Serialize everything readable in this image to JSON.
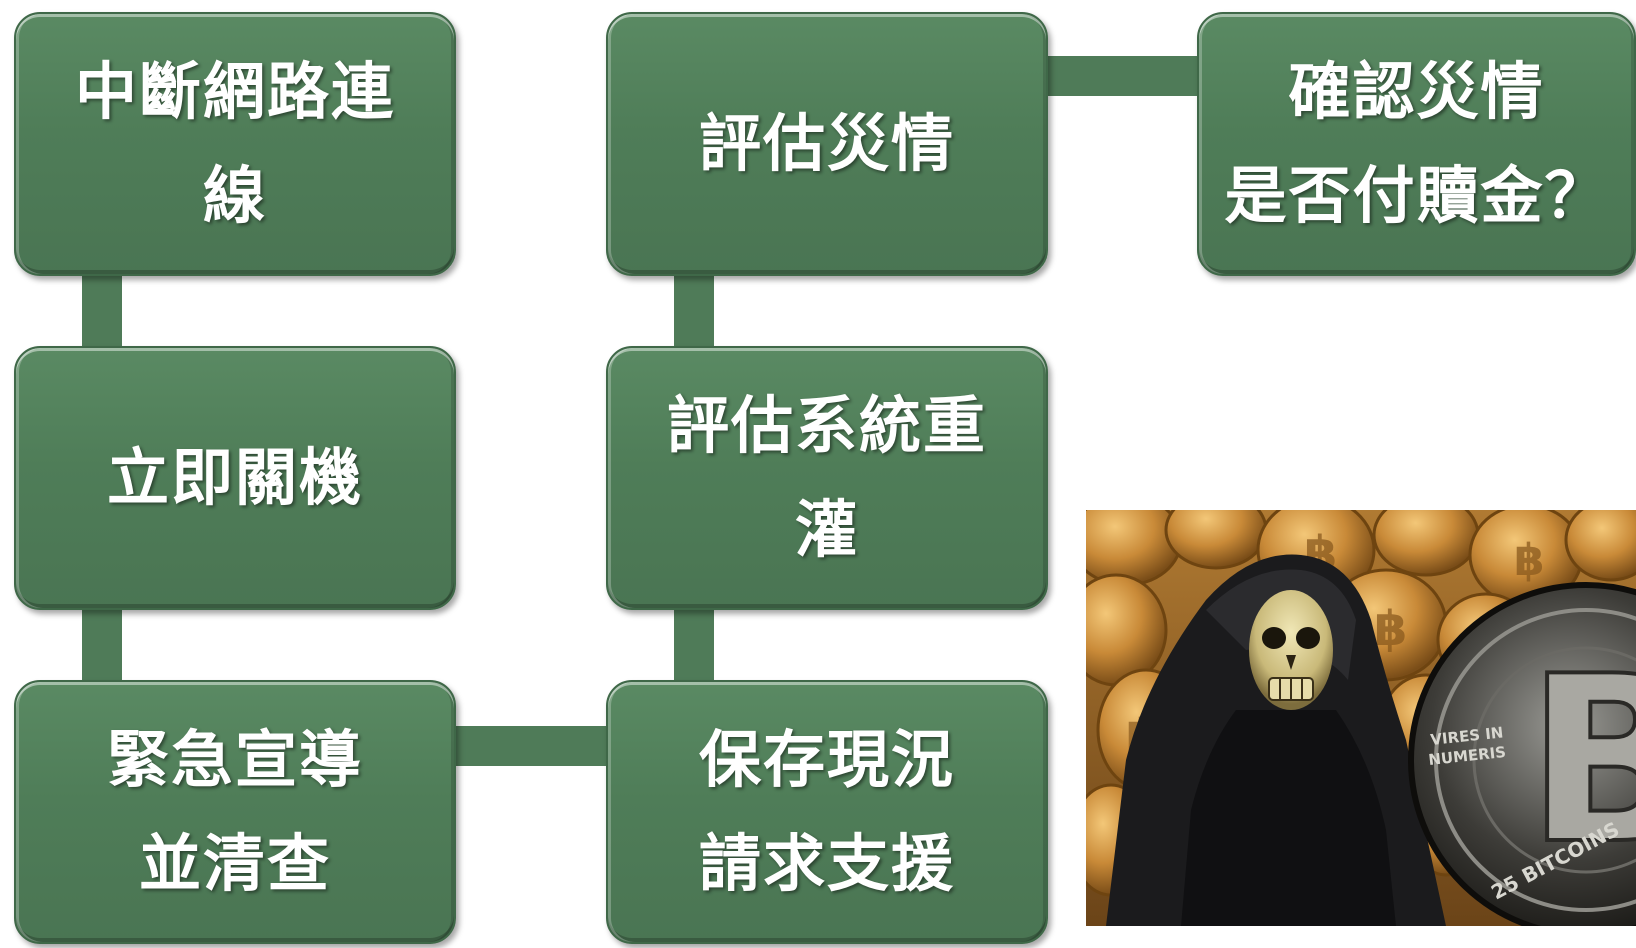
{
  "flowchart": {
    "nodes": {
      "disconnect": "中斷網路連線",
      "shutdown": "立即關機",
      "notify": "緊急宣導\n並清查",
      "preserve": "保存現況\n請求支援",
      "assess_reinstall": "評估系統重灌",
      "assess_damage": "評估災情",
      "confirm_ransom": "確認災情\n是否付贖金？"
    }
  },
  "photo": {
    "coin_text_1": "VIRES IN",
    "coin_text_2": "NUMERIS",
    "coin_text_3": "25 BITCOINS"
  },
  "colors": {
    "box_fill": "#4f7d58",
    "connector": "#4f7b58",
    "text": "#ffffff"
  }
}
